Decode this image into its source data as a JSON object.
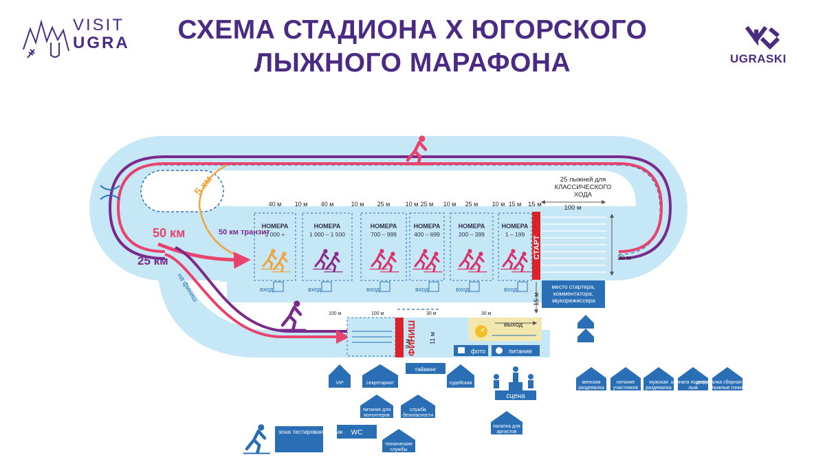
{
  "header": {
    "title_line1": "СХЕМА СТАДИОНА X ЮГОРСКОГО",
    "title_line2": "ЛЫЖНОГО МАРАФОНА",
    "visit_logo_top": "VISIT",
    "visit_logo_bottom": "UGRA",
    "ugraski_logo": "UGRASKI"
  },
  "colors": {
    "purple": "#4a2a82",
    "ice": "#c6e7f5",
    "route_50km": "#e8436d",
    "route_25km": "#7a2a8a",
    "route_5km": "#f0a43c",
    "blue": "#2a6fb6",
    "red": "#d9222a"
  },
  "track": {
    "dist_5": "5 км",
    "dist_50": "50 км",
    "dist_25": "25 км",
    "transit": "50 км транзит",
    "to_finish": "на финиш",
    "classic_lanes": "25 лыжней для КЛАССИЧЕСКОГО ХОДА"
  },
  "start": {
    "label": "СТАРТ",
    "d15_right": "15 м",
    "d100": "100 м",
    "d30": "30 м",
    "d15_vert": "15 м",
    "starter_zone": "место стартера, комментатора, звукорежиссера"
  },
  "corrals": {
    "entry_label": "вход",
    "items": [
      {
        "label": "НОМЕРА",
        "range": "2 000 +",
        "width": "40 м",
        "gap": "10 м",
        "color": "#f0a43c"
      },
      {
        "label": "НОМЕРА",
        "range": "1 000 – 1 500",
        "width": "40 м",
        "gap": "10 м",
        "color": "#8a2a8a"
      },
      {
        "label": "НОМЕРА",
        "range": "700 – 999",
        "width": "25 м",
        "gap": "10 м",
        "color": "#d7336c"
      },
      {
        "label": "НОМЕРА",
        "range": "400 – 699",
        "width": "25 м",
        "gap": "10 м",
        "color": "#d7336c"
      },
      {
        "label": "НОМЕРА",
        "range": "200 – 399",
        "width": "25 м",
        "gap": "10 м",
        "color": "#d7336c"
      },
      {
        "label": "НОМЕРА",
        "range": "1 – 199",
        "width": "15 м",
        "gap": "",
        "color": "#d7336c"
      }
    ]
  },
  "finish": {
    "label": "ФИНИШ",
    "d100a": "100 м",
    "d100b": "100 м",
    "d30a": "30 м",
    "d30b": "30 м",
    "d9": "9 м",
    "d11": "11 м",
    "exit": "выход",
    "photo": "фото",
    "food": "питание"
  },
  "facilities": {
    "vip": "VIP",
    "secretariat": "секретариат",
    "timing": "тайминг",
    "judges": "судейская",
    "stage": "сцена",
    "volunteer_food": "питание для волонтеров",
    "security": "служба безопасности",
    "wc": "WC",
    "tech": "технические службы",
    "artists": "палатка для артистов",
    "ski_test": "зона тестирования лыж",
    "row_right": [
      "женская раздевалка",
      "питание участников",
      "мужская раздевалка",
      "комната подготовки лыж",
      "раздевалка сборная россии лыжные гонки"
    ]
  }
}
